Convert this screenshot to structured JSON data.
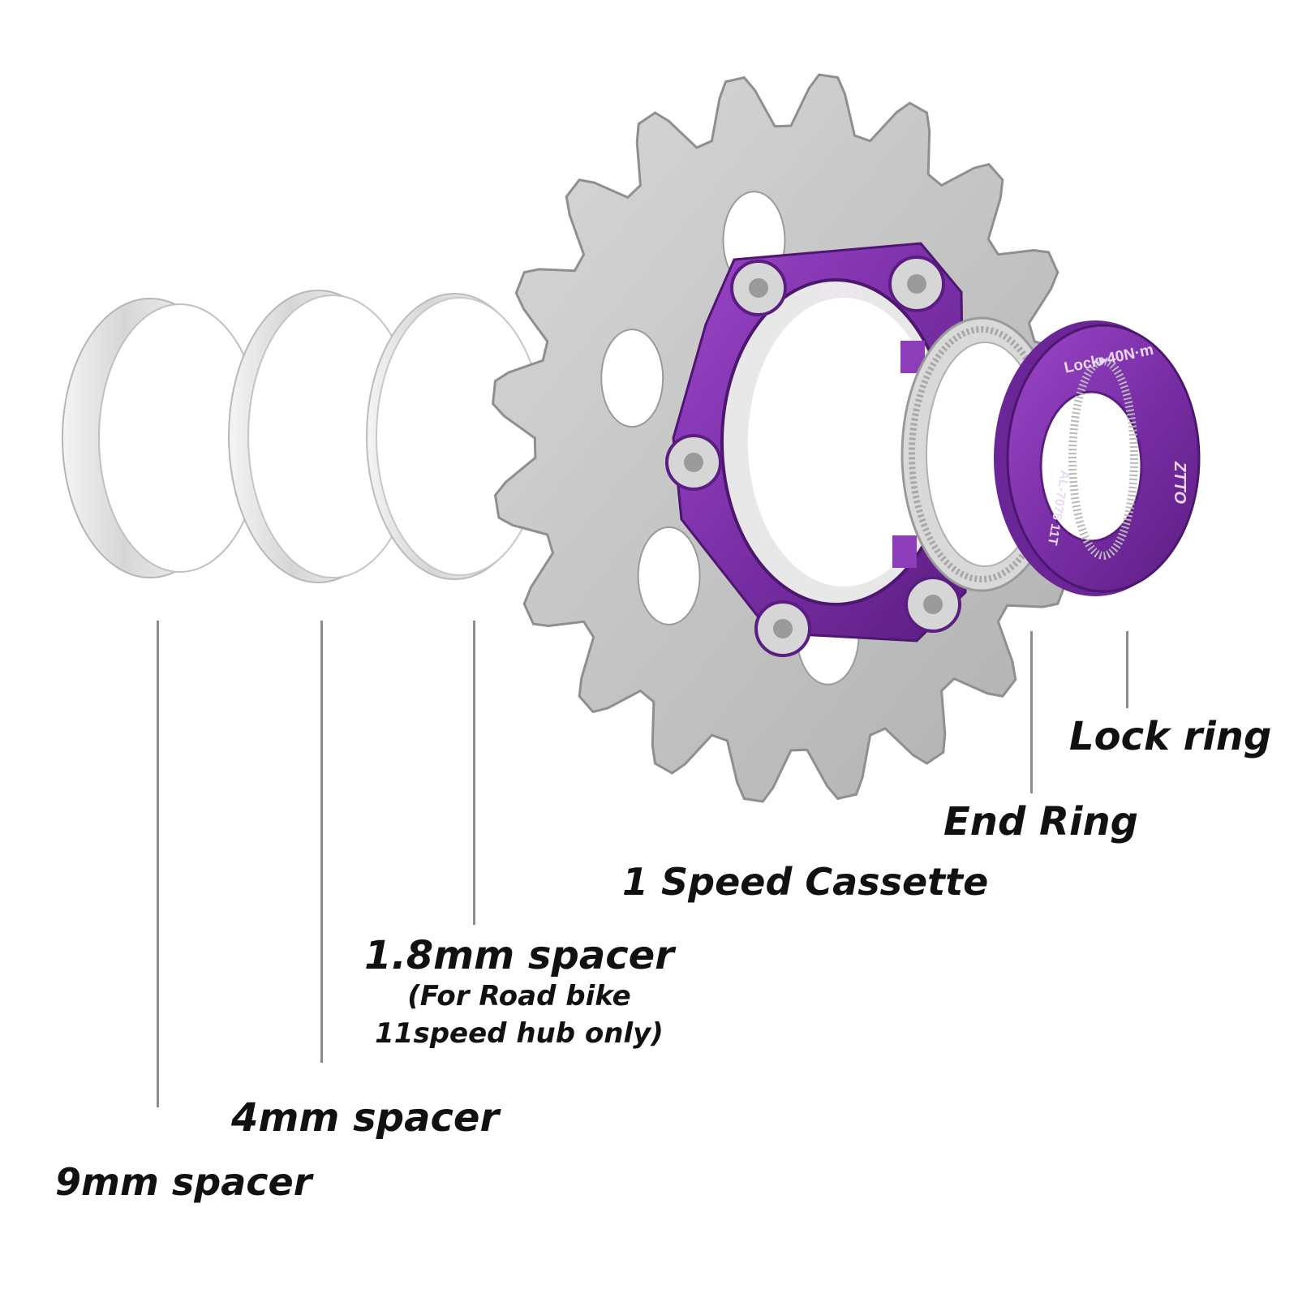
{
  "colors": {
    "background": "#ffffff",
    "label_text": "#111111",
    "leader_line": "#8c8c8c",
    "anodized_purple": "#7a2fa6",
    "steel": "#c9c9c9",
    "aluminum": "#dcdcdc"
  },
  "labels": {
    "lock_ring": "Lock ring",
    "end_ring": "End Ring",
    "cassette": "1 Speed Cassette",
    "spacer_1_8": "1.8mm spacer",
    "spacer_1_8_note_1": "(For Road bike",
    "spacer_1_8_note_2": "11speed hub only)",
    "spacer_4": "4mm spacer",
    "spacer_9": "9mm spacer"
  },
  "markings": {
    "carrier_brand": "ZTTO",
    "lockring_torque": "Lock▸40N·m",
    "lockring_spec": "AL-7075 11T",
    "lockring_brand": "ZTTO"
  }
}
